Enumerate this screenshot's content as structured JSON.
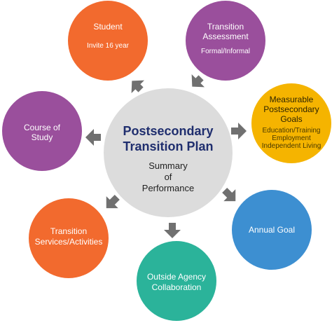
{
  "center": {
    "title_lines": [
      "Postsecondary",
      "Transition Plan"
    ],
    "subtitle_lines": [
      "Summary",
      "of",
      "Performance"
    ]
  },
  "nodes": {
    "student": {
      "title": [
        "Student"
      ],
      "sub": [
        "Invite 16 year"
      ],
      "color": "#f26a2e"
    },
    "transition_assessment": {
      "title": [
        "Transition",
        "Assessment"
      ],
      "sub": [
        "Formal/Informal"
      ],
      "color": "#9a4f9c"
    },
    "goals": {
      "title": [
        "Measurable",
        "Postsecondary",
        "Goals"
      ],
      "sub": [
        "Education/Training",
        "Employment",
        "Independent Living"
      ],
      "color": "#f5b400"
    },
    "annual_goal": {
      "title": [
        "Annual Goal"
      ],
      "sub": [],
      "color": "#3d8fd1"
    },
    "outside_agency": {
      "title": [
        "Outside Agency",
        "Collaboration"
      ],
      "sub": [],
      "color": "#2bb39a"
    },
    "transition_services": {
      "title": [
        "Transition",
        "Services/Activities"
      ],
      "sub": [],
      "color": "#f26a2e"
    },
    "course_of_study": {
      "title": [
        "Course of",
        "Study"
      ],
      "sub": [],
      "color": "#9a4f9c"
    }
  },
  "colors": {
    "center_fill": "#dcdcdc",
    "arrow": "#707070",
    "center_title": "#1f2e6e"
  }
}
